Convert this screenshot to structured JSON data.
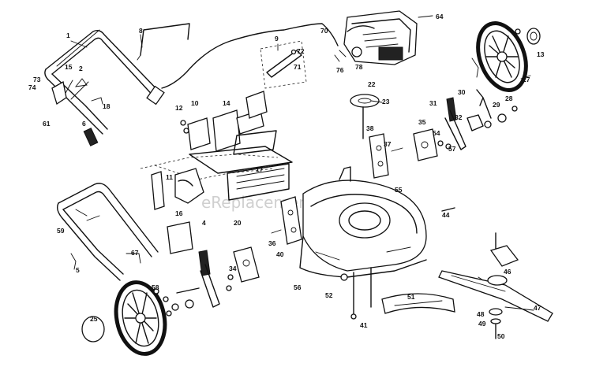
{
  "watermark": "eReplacementParts.com",
  "callouts": [
    "1",
    "2",
    "4",
    "5",
    "6",
    "8",
    "9",
    "10",
    "11",
    "12",
    "13",
    "14",
    "15",
    "16",
    "17",
    "18",
    "20",
    "22",
    "23",
    "25",
    "27",
    "28",
    "29",
    "30",
    "31",
    "32",
    "34",
    "35",
    "36",
    "37",
    "38",
    "40",
    "41",
    "44",
    "46",
    "47",
    "48",
    "49",
    "50",
    "51",
    "52",
    "54",
    "55",
    "56",
    "57",
    "58",
    "59",
    "61",
    "64",
    "67",
    "70",
    "71",
    "72",
    "73",
    "74",
    "76",
    "78"
  ]
}
